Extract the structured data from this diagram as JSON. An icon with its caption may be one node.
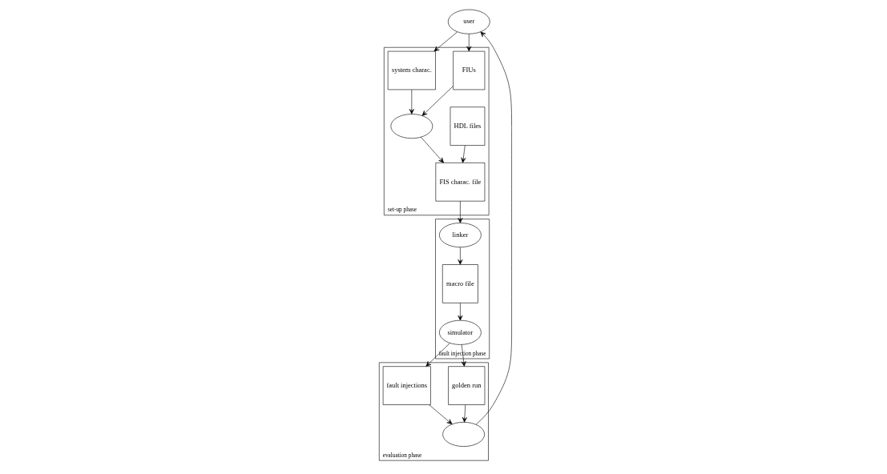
{
  "diagram": {
    "nodes": [
      {
        "text": [
          "user"
        ]
      },
      {
        "text": [
          "set-up phase"
        ]
      },
      {
        "text": [
          "HDL files"
        ],
        "in": 1
      },
      {
        "text": [
          "FIUs"
        ],
        "in": 1
      },
      {
        "text": [
          "system charac."
        ],
        "in": 1
      },
      {
        "text": [],
        "shape": "ellipse",
        "in": 1
      },
      {
        "text": [
          "FIS charac. file"
        ],
        "in": 1
      },
      {
        "text": [
          "fault injection phase"
        ]
      },
      {
        "text": [
          "macro file"
        ],
        "in": 7
      },
      {
        "text": [
          "linker"
        ],
        "in": 7
      },
      {
        "text": [
          "simulator"
        ],
        "in": 7
      },
      {
        "text": [
          "evaluation phase"
        ]
      },
      {
        "text": [
          "golden run"
        ],
        "in": 11
      },
      {
        "text": [
          "fault injections"
        ],
        "in": 11
      },
      {
        "text": [],
        "shape": "ellipse",
        "in": 11
      }
    ],
    "edges": [
      {
        "from": 0,
        "to": 3,
        "arrow": "to"
      },
      {
        "from": 0,
        "to": 4,
        "arrow": "to"
      },
      {
        "from": 3,
        "to": 5,
        "arrow": "to"
      },
      {
        "from": 4,
        "to": 5,
        "arrow": "to"
      },
      {
        "from": 5,
        "to": 6,
        "arrow": "to"
      },
      {
        "from": 2,
        "to": 6,
        "arrow": "to"
      },
      {
        "from": 6,
        "to": 9,
        "arrow": "to"
      },
      {
        "from": 9,
        "to": 8,
        "arrow": "to"
      },
      {
        "from": 8,
        "to": 10,
        "arrow": "to"
      },
      {
        "from": 10,
        "to": 12,
        "arrow": "to"
      },
      {
        "from": 10,
        "to": 13,
        "arrow": "to"
      },
      {
        "from": 12,
        "to": 14,
        "arrow": "to"
      },
      {
        "from": 13,
        "to": 14,
        "arrow": "to"
      },
      {
        "from": 14,
        "to": 0,
        "arrow": "to"
      }
    ]
  }
}
